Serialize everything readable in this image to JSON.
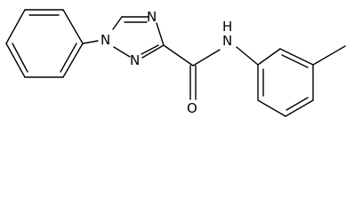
{
  "molecule": {
    "atom_labels": {
      "n1": "N",
      "n2": "N",
      "n4": "N",
      "nh": "N",
      "h": "H",
      "o": "O"
    }
  }
}
